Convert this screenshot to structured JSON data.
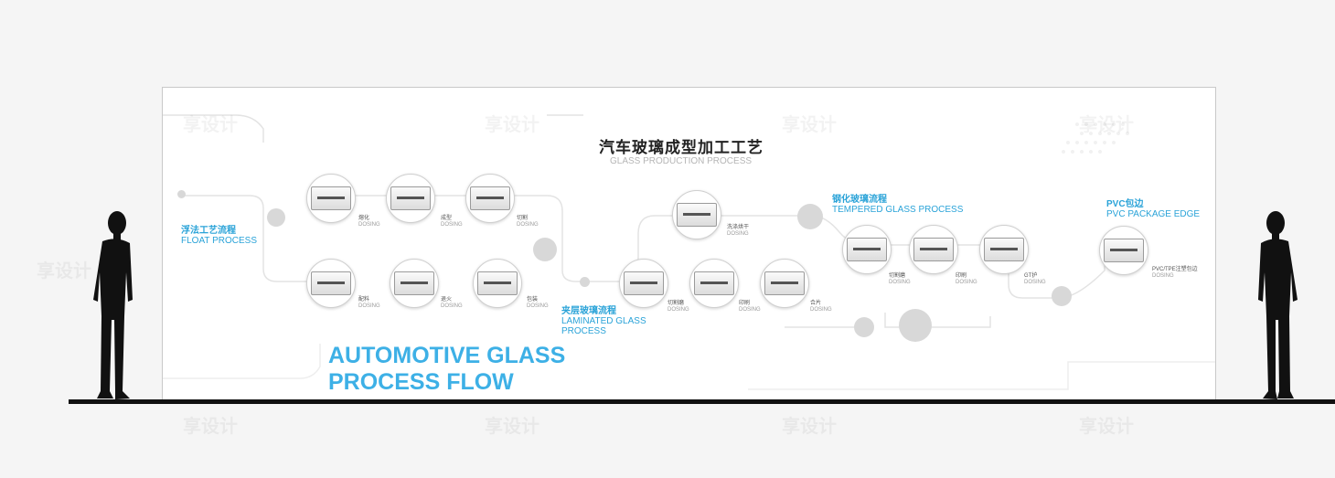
{
  "header": {
    "title": "汽车玻璃成型加工工艺",
    "subtitle": "GLASS PRODUCTION PROCESS"
  },
  "headline": {
    "line1": "AUTOMOTIVE GLASS",
    "line2": "PROCESS FLOW"
  },
  "sections": {
    "float": {
      "cn": "浮法工艺流程",
      "en": "FLOAT PROCESS"
    },
    "laminated": {
      "cn": "夹层玻璃流程",
      "en1": "LAMINATED GLASS",
      "en2": "PROCESS"
    },
    "tempered": {
      "cn": "钢化玻璃流程",
      "en": "TEMPERED GLASS PROCESS"
    },
    "pvc": {
      "cn": "PVC包边",
      "en": "PVC PACKAGE EDGE"
    }
  },
  "steps": [
    {
      "cn": "熔化",
      "en": "DOSING"
    },
    {
      "cn": "成型",
      "en": "DOSING"
    },
    {
      "cn": "切割",
      "en": "DOSING"
    },
    {
      "cn": "配料",
      "en": "DOSING"
    },
    {
      "cn": "退火",
      "en": "DOSING"
    },
    {
      "cn": "包装",
      "en": "DOSING"
    },
    {
      "cn": "洗涤烘干",
      "en": "DOSING"
    },
    {
      "cn": "切割磨",
      "en": "DOSING"
    },
    {
      "cn": "印刷",
      "en": "DOSING"
    },
    {
      "cn": "合片",
      "en": "DOSING"
    },
    {
      "cn": "切割磨",
      "en": "DOSING"
    },
    {
      "cn": "印刷",
      "en": "DOSING"
    },
    {
      "cn": "GT护",
      "en": "DOSING"
    },
    {
      "cn": "PVC/TPE注塑包边",
      "en": "DOSING"
    }
  ],
  "watermark": "享设计",
  "colors": {
    "accent": "#2aa3d8",
    "headline": "#3db0e6",
    "floor": "#111111"
  }
}
